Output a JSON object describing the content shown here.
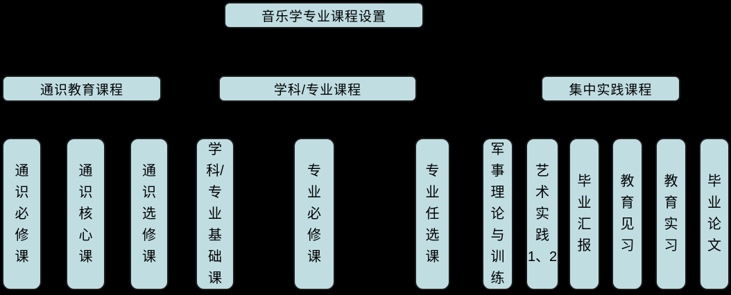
{
  "colors": {
    "background": "#000000",
    "node_fill": "#c0dde2",
    "node_border": "#1c1c1c",
    "node_text": "#000000"
  },
  "diagram": {
    "type": "flowchart",
    "root": {
      "label": "音乐学专业课程设置"
    },
    "categories": [
      {
        "label": "通识教育课程"
      },
      {
        "label": "学科/专业课程"
      },
      {
        "label": "集中实践课程"
      }
    ],
    "leaves": [
      {
        "label": "通识必修课",
        "lines": [
          "通",
          "识",
          "必",
          "修",
          "课"
        ]
      },
      {
        "label": "通识核心课",
        "lines": [
          "通",
          "识",
          "核",
          "心",
          "课"
        ]
      },
      {
        "label": "通识选修课",
        "lines": [
          "通",
          "识",
          "选",
          "修",
          "课"
        ]
      },
      {
        "label": "学科/专业基础课",
        "lines": [
          "学",
          "科/",
          "专",
          "业",
          "基",
          "础",
          "课"
        ]
      },
      {
        "label": "专业必修课",
        "lines": [
          "专",
          "业",
          "必",
          "修",
          "课"
        ]
      },
      {
        "label": "专业任选课",
        "lines": [
          "专",
          "业",
          "任",
          "选",
          "课"
        ]
      },
      {
        "label": "军事理论与训练",
        "lines": [
          "军",
          "事",
          "理",
          "论",
          "与",
          "训",
          "练"
        ]
      },
      {
        "label": "艺术实践1、2",
        "lines": [
          "艺",
          "术",
          "实",
          "践",
          "1、2"
        ]
      },
      {
        "label": "毕业汇报",
        "lines": [
          "毕",
          "业",
          "汇",
          "报"
        ]
      },
      {
        "label": "教育见习",
        "lines": [
          "教",
          "育",
          "见",
          "习"
        ]
      },
      {
        "label": "教育实习",
        "lines": [
          "教",
          "育",
          "实",
          "习"
        ]
      },
      {
        "label": "毕业论文",
        "lines": [
          "毕",
          "业",
          "论",
          "文"
        ]
      }
    ]
  }
}
